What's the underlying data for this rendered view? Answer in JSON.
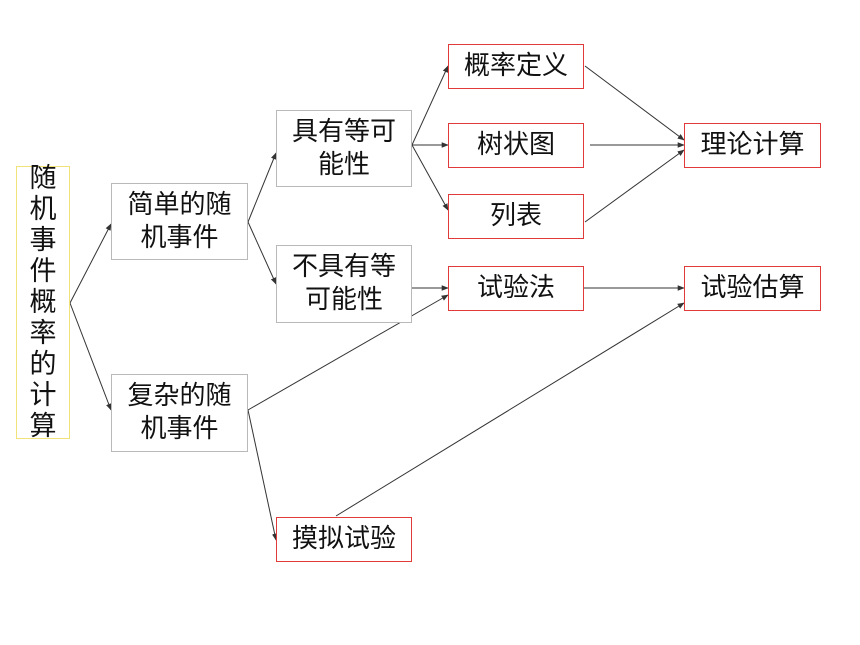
{
  "nodes": {
    "root": "随机事件概率的计算",
    "simple_event": [
      "简单的随",
      "机事件"
    ],
    "complex_event": [
      "复杂的随",
      "机事件"
    ],
    "equal_possibility": [
      "具有等可",
      "能性"
    ],
    "not_equal_possibility": [
      "不具有等",
      "可能性"
    ],
    "simulation_experiment": "摸拟试验",
    "probability_definition": "概率定义",
    "tree_diagram": "树状图",
    "list_table": "列表",
    "experiment_method": "试验法",
    "theoretical_calculation": "理论计算",
    "experimental_estimation": "试验估算"
  },
  "colors": {
    "red_border": "#e03a3a",
    "gray_border": "#b9b9b9",
    "yellow_border": "#f2e27a",
    "arrow": "#333333"
  }
}
